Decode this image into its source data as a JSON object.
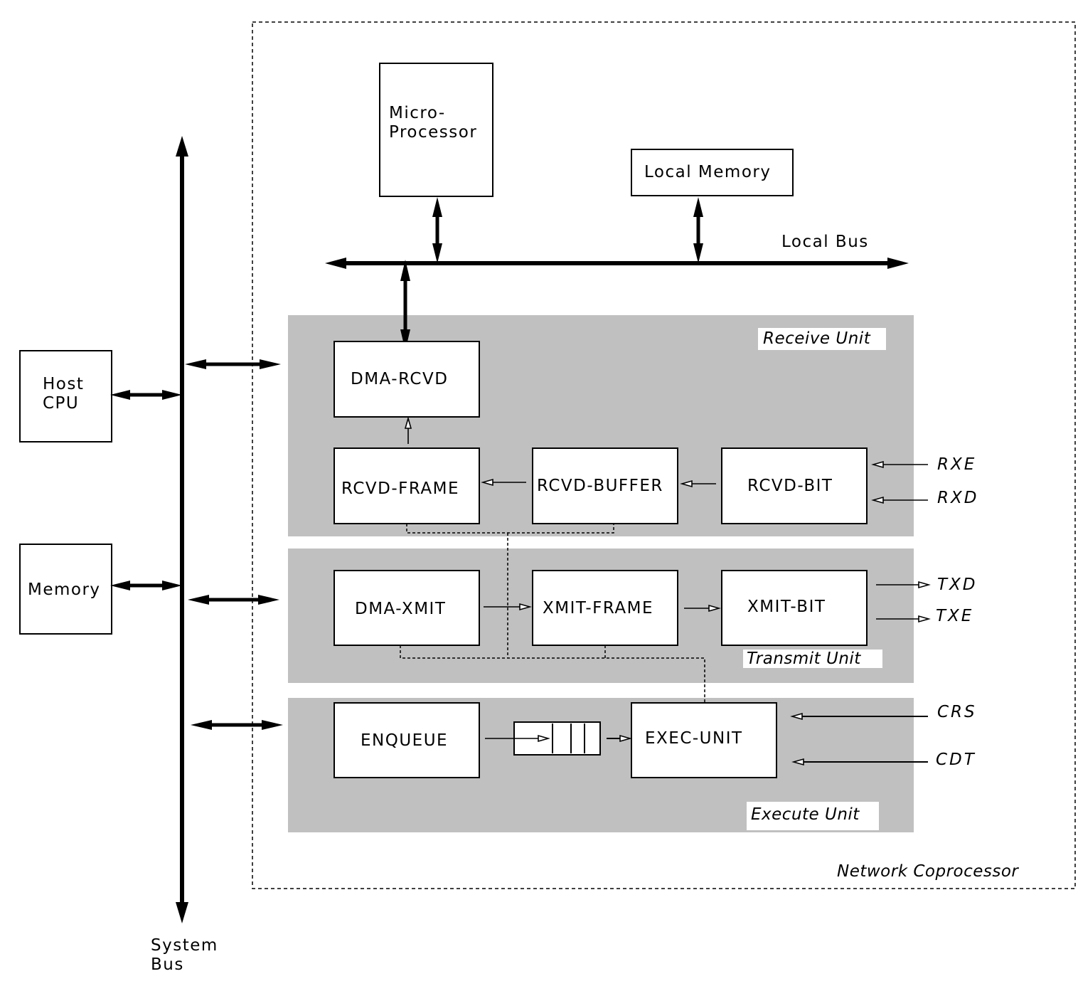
{
  "diagram": {
    "title": "Network Coprocessor block diagram",
    "coprocessor_label": "Network Coprocessor",
    "system_bus_label": [
      "System",
      "Bus"
    ],
    "local_bus_label": "Local Bus",
    "host_cpu": [
      "Host",
      "CPU"
    ],
    "memory": "Memory",
    "microprocessor": [
      "Micro-",
      "Processor"
    ],
    "local_memory": "Local Memory",
    "units": {
      "receive": {
        "label": "Receive Unit",
        "blocks": [
          "DMA-RCVD",
          "RCVD-FRAME",
          "RCVD-BUFFER",
          "RCVD-BIT"
        ],
        "inputs": [
          "RXE",
          "RXD"
        ]
      },
      "transmit": {
        "label": "Transmit Unit",
        "blocks": [
          "DMA-XMIT",
          "XMIT-FRAME",
          "XMIT-BIT"
        ],
        "outputs": [
          "TXD",
          "TXE"
        ]
      },
      "execute": {
        "label": "Execute Unit",
        "blocks": [
          "ENQUEUE",
          "EXEC-UNIT"
        ],
        "queue_slots": 3,
        "inputs": [
          "CRS",
          "CDT"
        ]
      }
    },
    "colors": {
      "unit_background": "#c0c0c0",
      "stroke": "#000000",
      "box_fill": "#ffffff"
    }
  }
}
